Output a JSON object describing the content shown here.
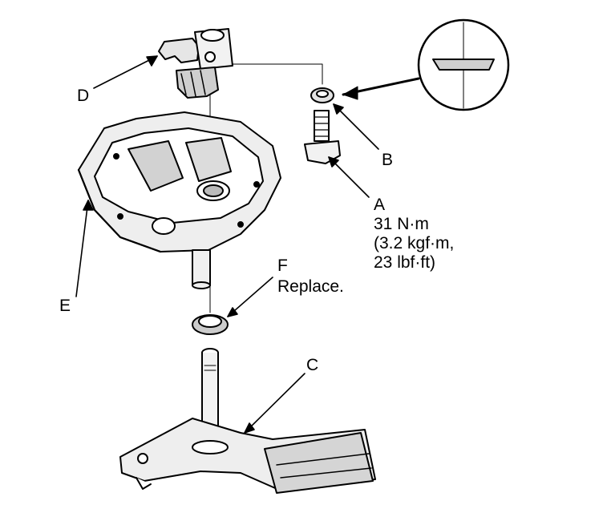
{
  "labels": {
    "a": "A",
    "a_torque_1": "31 N·m",
    "a_torque_2": "(3.2 kgf·m,",
    "a_torque_3": "23 lbf·ft)",
    "b": "B",
    "c": "C",
    "d": "D",
    "e": "E",
    "f": "F",
    "f_note": "Replace."
  },
  "colors": {
    "line": "#000000",
    "background": "#ffffff",
    "shade": "#d8d8d8",
    "shade_dark": "#9a9a9a"
  }
}
